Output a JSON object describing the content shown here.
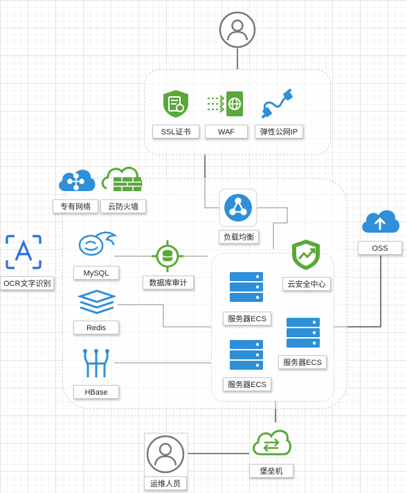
{
  "edge_labels": {
    "ssl": "SSL证书",
    "waf": "WAF",
    "eip": "弹性公网IP",
    "vpc": "专有网络",
    "cfw": "云防火墙",
    "slb": "负载均衡",
    "oss": "OSS",
    "ocr": "OCR文字识别",
    "mysql": "MySQL",
    "audit": "数据库审计",
    "security": "云安全中心",
    "ecs1": "服务器ECS",
    "ecs2": "服务器ECS",
    "ecs3": "服务器ECS",
    "redis": "Redis",
    "hbase": "HBase",
    "ops": "运维人员",
    "bastion": "堡垒机"
  },
  "colors": {
    "aliyun_blue": "#2f8fd8",
    "aliyun_green": "#5aa83a",
    "ocr_blue": "#2b6de3",
    "user_gray": "#777777",
    "group_border": "#b9d3ee",
    "line": "#333333"
  },
  "icons": [
    "user-icon",
    "ssl-cert-icon",
    "waf-icon",
    "elastic-ip-icon",
    "vpc-icon",
    "cloud-firewall-icon",
    "load-balancer-icon",
    "oss-icon",
    "ocr-icon",
    "mysql-icon",
    "db-audit-icon",
    "security-center-icon",
    "ecs-server-icon",
    "redis-icon",
    "hbase-icon",
    "bastion-host-icon"
  ]
}
